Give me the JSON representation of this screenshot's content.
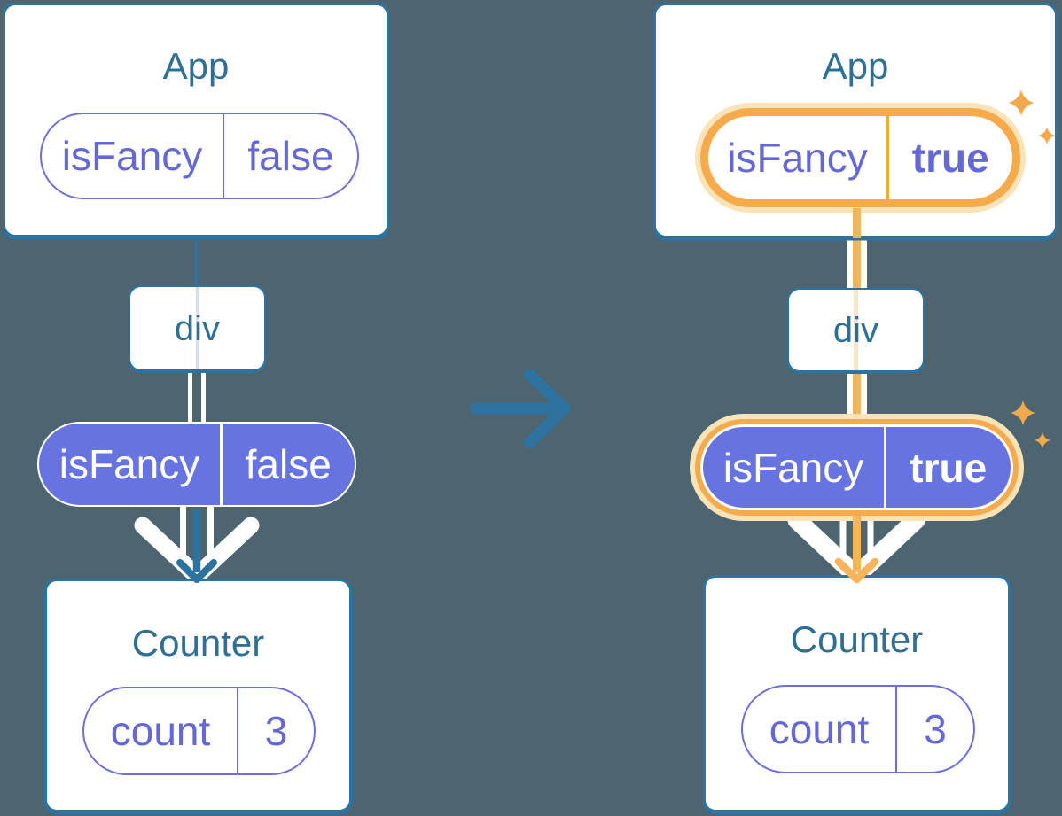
{
  "left": {
    "app": {
      "title": "App",
      "prop": {
        "name": "isFancy",
        "value": "false"
      }
    },
    "div": {
      "title": "div"
    },
    "passed": {
      "name": "isFancy",
      "value": "false"
    },
    "counter": {
      "title": "Counter",
      "state": {
        "name": "count",
        "value": "3"
      }
    }
  },
  "right": {
    "app": {
      "title": "App",
      "prop": {
        "name": "isFancy",
        "value": "true"
      }
    },
    "div": {
      "title": "div"
    },
    "passed": {
      "name": "isFancy",
      "value": "true"
    },
    "counter": {
      "title": "Counter",
      "state": {
        "name": "count",
        "value": "3"
      }
    }
  },
  "icons": {
    "transition": "right-arrow-icon",
    "flow_left": "down-arrow-icon",
    "flow_right": "down-arrow-icon",
    "chevron": "white-chevron-icon",
    "highlight": "sparkles-icon"
  },
  "colors": {
    "background": "#4d6570",
    "card_border": "#2e739f",
    "heading_text": "#2f6f96",
    "prop_border": "#6c6fdb",
    "prop_text": "#6467d8",
    "state_fill": "#6673e1",
    "highlight_orange": "#f5aa4c",
    "highlight_line": "#f8b45c",
    "highlight_glow": "#fbe3b8",
    "sparkle": "#f2a94b"
  }
}
